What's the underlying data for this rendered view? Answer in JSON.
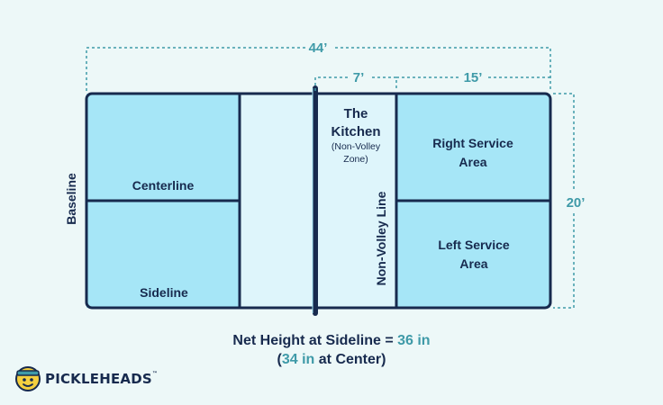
{
  "dimensions": {
    "total_length": "44’",
    "kitchen_width": "7’",
    "service_length": "15’",
    "court_width": "20’"
  },
  "labels": {
    "baseline": "Baseline",
    "centerline": "Centerline",
    "sideline": "Sideline",
    "kitchen_title_1": "The",
    "kitchen_title_2": "Kitchen",
    "kitchen_sub_1": "(Non-Volley",
    "kitchen_sub_2": "Zone)",
    "non_volley_line": "Non-Volley Line",
    "right_service_1": "Right Service",
    "right_service_2": "Area",
    "left_service_1": "Left Service",
    "left_service_2": "Area"
  },
  "caption": {
    "line1_prefix": "Net Height at Sideline = ",
    "line1_value": "36 in",
    "line2_open": "(",
    "line2_value": "34 in",
    "line2_suffix": " at Center)"
  },
  "logo": {
    "text": "PICKLEHEADS",
    "trademark": "™"
  },
  "colors": {
    "court_blue": "#a6e6f7",
    "kitchen_light": "#def5fb",
    "line_navy": "#172a4e",
    "dimension_teal": "#3f9aa8",
    "background": "#edf8f8"
  }
}
